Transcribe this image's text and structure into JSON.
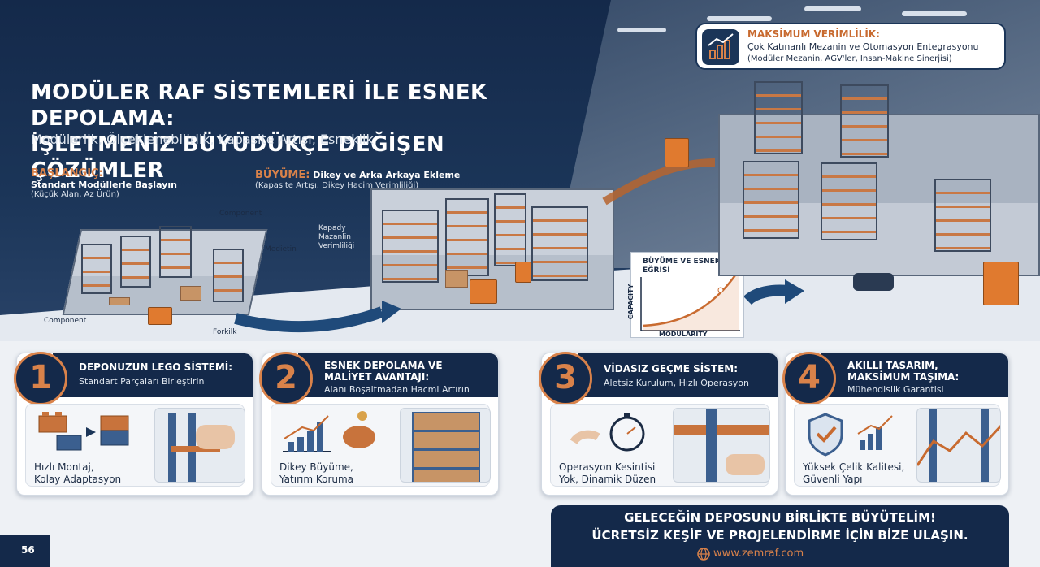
{
  "header": {
    "title_line1": "MODÜLER RAF SİSTEMLERİ İLE ESNEK DEPOLAMA:",
    "title_line2": "İŞLETMENİZ BÜYÜDÜKÇE DEĞİŞEN ÇÖZÜMLER",
    "subtitle": "Modülerlik, Ölçeklenebilirlik, Kapasite Artışı, Esneklik"
  },
  "stages": {
    "start": {
      "heading": "BAŞLANGIÇ:",
      "bold": "Standart Modüllerle Başlayın",
      "sub": "(Küçük Alan, Az Ürün)",
      "labels": [
        "Component",
        "Medietin",
        "Component",
        "Forkilk"
      ]
    },
    "growth": {
      "heading": "BÜYÜME:",
      "bold": "Dikey ve Arka Arkaya Ekleme",
      "sub": "(Kapasite Artışı, Dikey Hacim Verimliliği)",
      "side_label_1": "Kapady",
      "side_label_2": "Mazanlin",
      "side_label_3": "Verimliliği"
    },
    "max": {
      "heading": "MAKSİMUM VERİMLİLİK:",
      "bold": "Çok Katınanlı Mezanin ve Otomasyon Entegrasyonu",
      "sub": "(Modüler Mezanin, AGV'ler, İnsan-Makine Sinerjisi)"
    }
  },
  "growth_chart": {
    "title_line1": "BÜYÜME VE ESNEKLİK",
    "title_line2": "EĞRİSİ",
    "xlabel": "MODULARITY",
    "ylabel": "CAPACITY"
  },
  "cards": [
    {
      "num": "1",
      "title": "DEPONUZUN LEGO SİSTEMİ:",
      "sub": "Standart Parçaları Birleştirin",
      "caption_1": "Hızlı Montaj,",
      "caption_2": "Kolay Adaptasyon"
    },
    {
      "num": "2",
      "title_1": "ESNEK DEPOLAMA VE",
      "title_2": "MALİYET AVANTAJI:",
      "sub": "Alanı Boşaltmadan Hacmi Artırın",
      "caption_1": "Dikey Büyüme,",
      "caption_2": "Yatırım Koruma"
    },
    {
      "num": "3",
      "title": "VİDASIZ GEÇME SİSTEM:",
      "sub": "Aletsiz Kurulum, Hızlı Operasyon",
      "caption_1": "Operasyon Kesintisi",
      "caption_2": "Yok, Dinamik Düzen"
    },
    {
      "num": "4",
      "title_1": "AKILLI TASARIM,",
      "title_2": "MAKSİMUM TAŞIMA:",
      "sub": "Mühendislik Garantisi",
      "caption_1": "Yüksek Çelik Kalitesi,",
      "caption_2": "Güvenli Yapı"
    }
  ],
  "cta": {
    "line1": "GELECEĞİN DEPOSUNU BİRLİKTE BÜYÜTELİM!",
    "line2": "ÜCRETSİZ KEŞİF VE PROJELENDİRME İÇİN BİZE ULAŞIN.",
    "website": "www.zemraf.com"
  },
  "page_number": "56",
  "colors": {
    "navy": "#14294a",
    "accent_orange": "#d9824a",
    "background_light": "#eef1f5"
  }
}
